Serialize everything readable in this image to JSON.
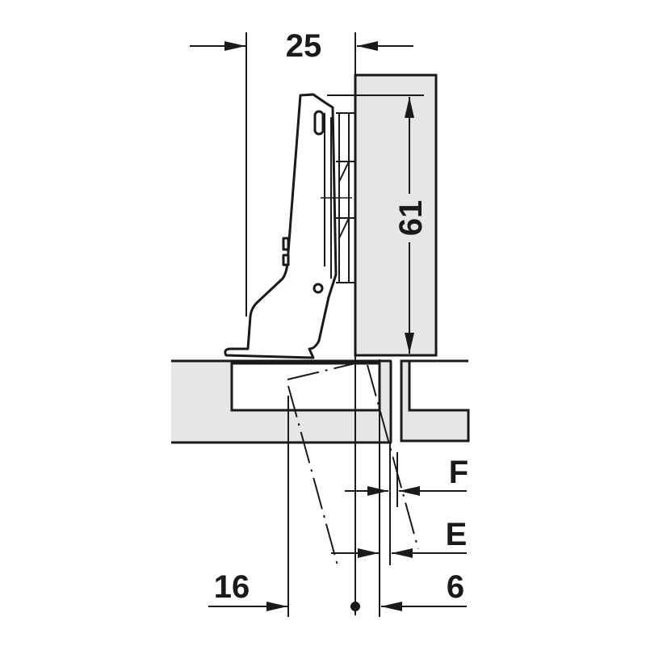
{
  "dimensions": {
    "overall_width": "25",
    "plate_height": "61",
    "distance_f": "F",
    "distance_e": "E",
    "cup_distance": "16",
    "overlay": "6"
  },
  "colors": {
    "panel_fill": "#e6e6e6",
    "line": "#1a1a1a"
  }
}
